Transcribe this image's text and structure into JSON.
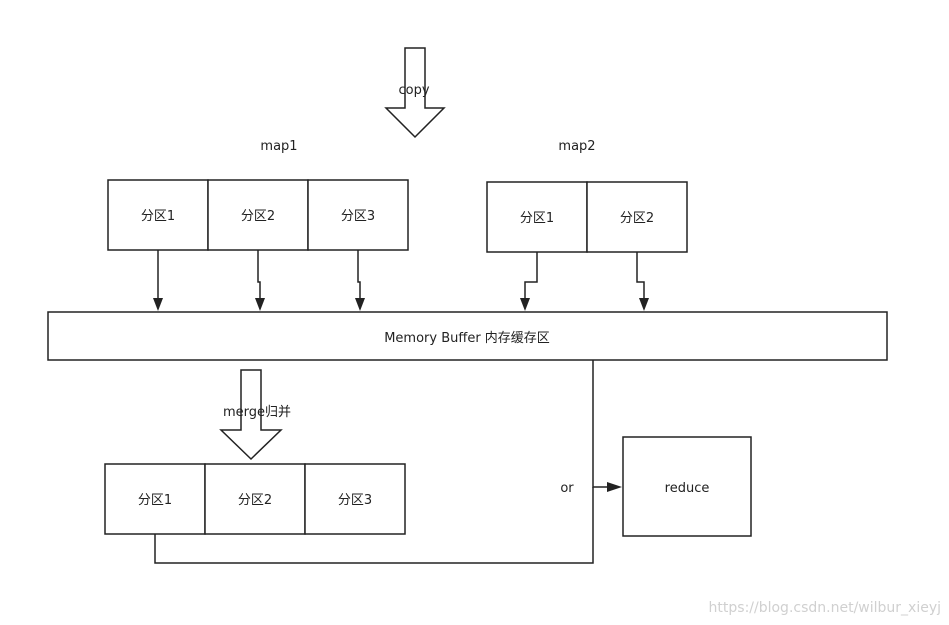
{
  "labels": {
    "copy": "copy",
    "map1": "map1",
    "map2": "map2",
    "memory_buffer": "Memory Buffer 内存缓存区",
    "merge": "merge归并",
    "or": "or",
    "reduce": "reduce"
  },
  "map1_partitions": [
    "分区1",
    "分区2",
    "分区3"
  ],
  "map2_partitions": [
    "分区1",
    "分区2"
  ],
  "merged_partitions": [
    "分区1",
    "分区2",
    "分区3"
  ],
  "watermark": "https://blog.csdn.net/wilbur_xieyj",
  "colors": {
    "stroke": "#222222",
    "background": "#ffffff",
    "watermark": "#d0d0d0"
  }
}
